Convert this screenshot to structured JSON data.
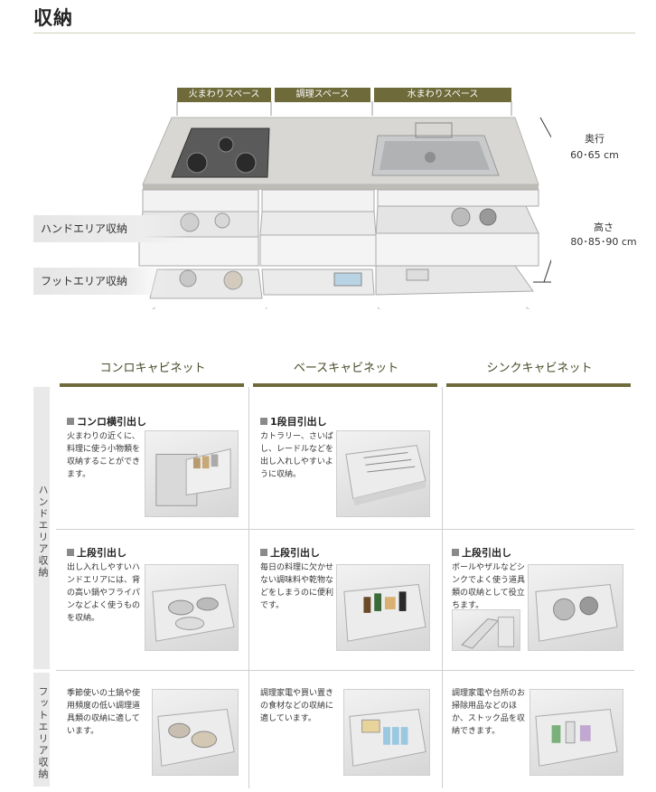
{
  "page": {
    "title": "収納"
  },
  "zones": [
    "火まわりスペース",
    "調理スペース",
    "水まわりスペース"
  ],
  "dimensions": {
    "depth_label": "奥行",
    "depth_value": "60･65 cm",
    "height_label": "高さ",
    "height_value": "80･85･90 cm"
  },
  "areas": {
    "hand": "ハンドエリア収納",
    "foot": "フットエリア収納"
  },
  "side_tabs": {
    "hand": "ハンドエリア収納",
    "foot": "フットエリア収納"
  },
  "columns": [
    "コンロキャビネット",
    "ベースキャビネット",
    "シンクキャビネット"
  ],
  "cells": {
    "r1c1": {
      "head": "コンロ横引出し",
      "text": "火まわりの近くに、料理に使う小物類を収納することができます。"
    },
    "r1c2": {
      "head": "1段目引出し",
      "text": "カトラリー、さいばし、レードルなどを出し入れしやすいように収納。"
    },
    "r2c1": {
      "head": "上段引出し",
      "text": "出し入れしやすいハンドエリアには、背の高い鍋やフライパンなどよく使うものを収納。"
    },
    "r2c2": {
      "head": "上段引出し",
      "text": "毎日の料理に欠かせない調味料や乾物などをしまうのに便利です。"
    },
    "r2c3": {
      "head": "上段引出し",
      "text": "ボールやザルなどシンクでよく使う道具類の収納として役立ちます。"
    },
    "r3c1": {
      "text": "季節使いの土鍋や使用頻度の低い調理道具類の収納に適しています。"
    },
    "r3c2": {
      "text": "調理家電や買い置きの食材などの収納に適しています。"
    },
    "r3c3": {
      "text": "調理家電や台所のお掃除用品などのほか、ストック品を収納できます。"
    }
  },
  "colors": {
    "accent": "#6e6a3a",
    "rule": "#cfcfb8"
  }
}
